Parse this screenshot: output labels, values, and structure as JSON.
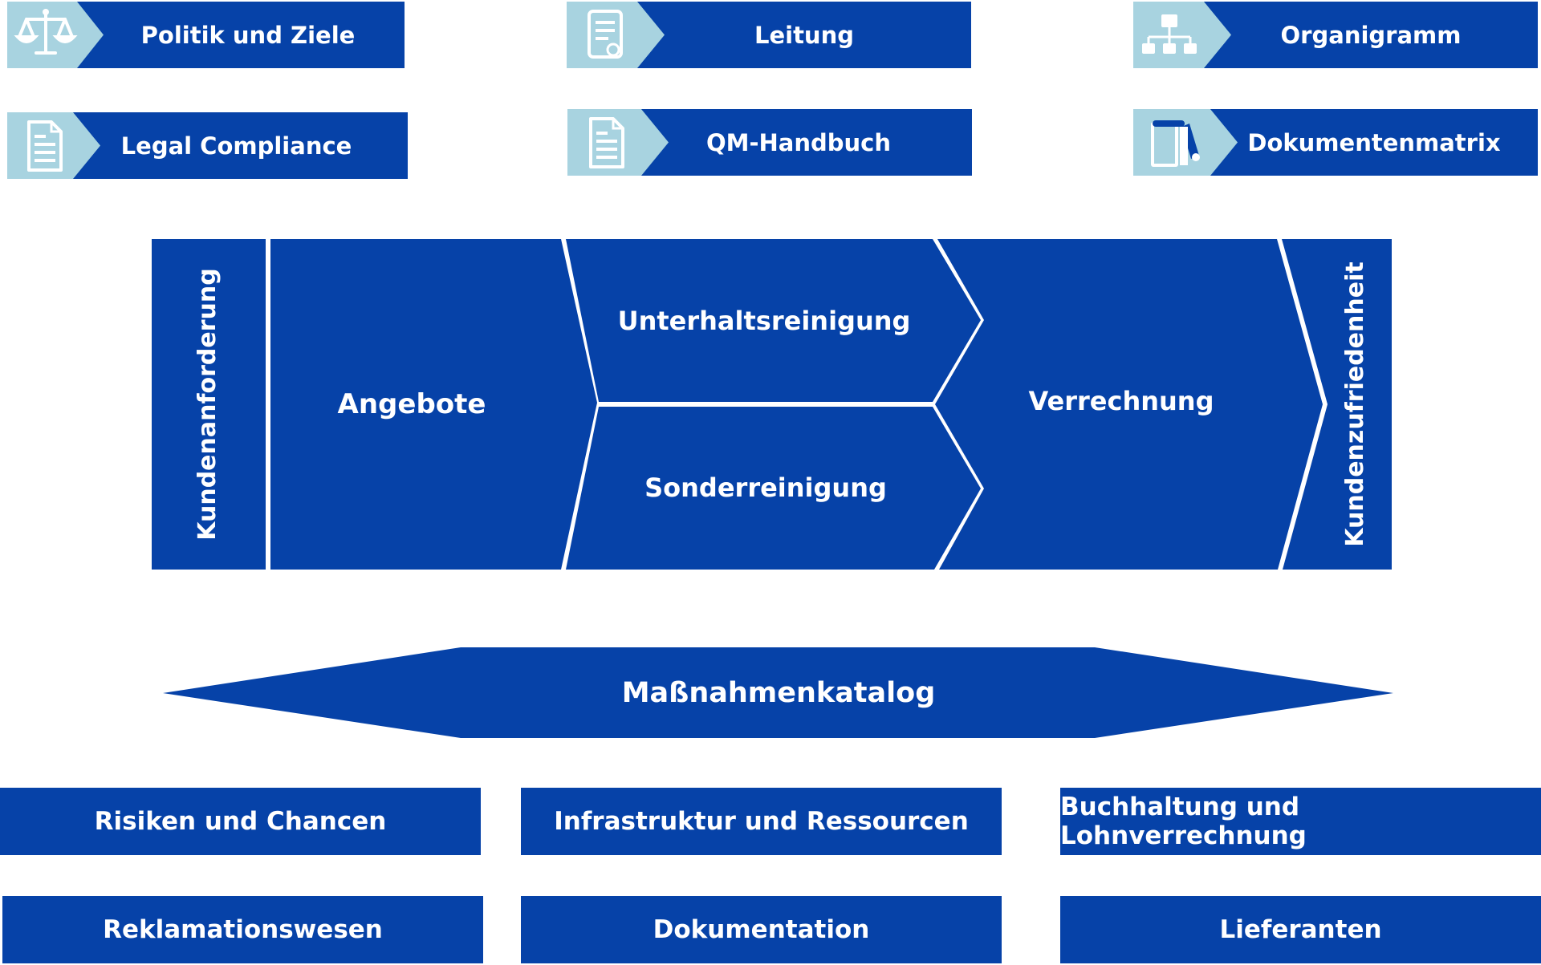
{
  "colors": {
    "primary": "#0642a8",
    "icon_bg": "#a8d3e0",
    "text": "#ffffff"
  },
  "top_nav": [
    {
      "label": "Politik und Ziele",
      "icon": "scales-icon"
    },
    {
      "label": "Leitung",
      "icon": "certificate-icon"
    },
    {
      "label": "Organigramm",
      "icon": "org-chart-icon"
    },
    {
      "label": "Legal Compliance",
      "icon": "document-icon"
    },
    {
      "label": "QM-Handbuch",
      "icon": "document-icon"
    },
    {
      "label": "Dokumentenmatrix",
      "icon": "binder-icon"
    }
  ],
  "process": {
    "start": "Kundenanforderung",
    "offers": "Angebote",
    "maintenance": "Unterhaltsreinigung",
    "special": "Sonderreinigung",
    "billing": "Verrechnung",
    "end": "Kundenzufriedenheit"
  },
  "measures": "Maßnahmenkatalog",
  "bottom_nav": [
    "Risiken und Chancen",
    "Infrastruktur und Ressourcen",
    "Buchhaltung und Lohnverrechnung",
    "Reklamationswesen",
    "Dokumentation",
    "Lieferanten"
  ]
}
